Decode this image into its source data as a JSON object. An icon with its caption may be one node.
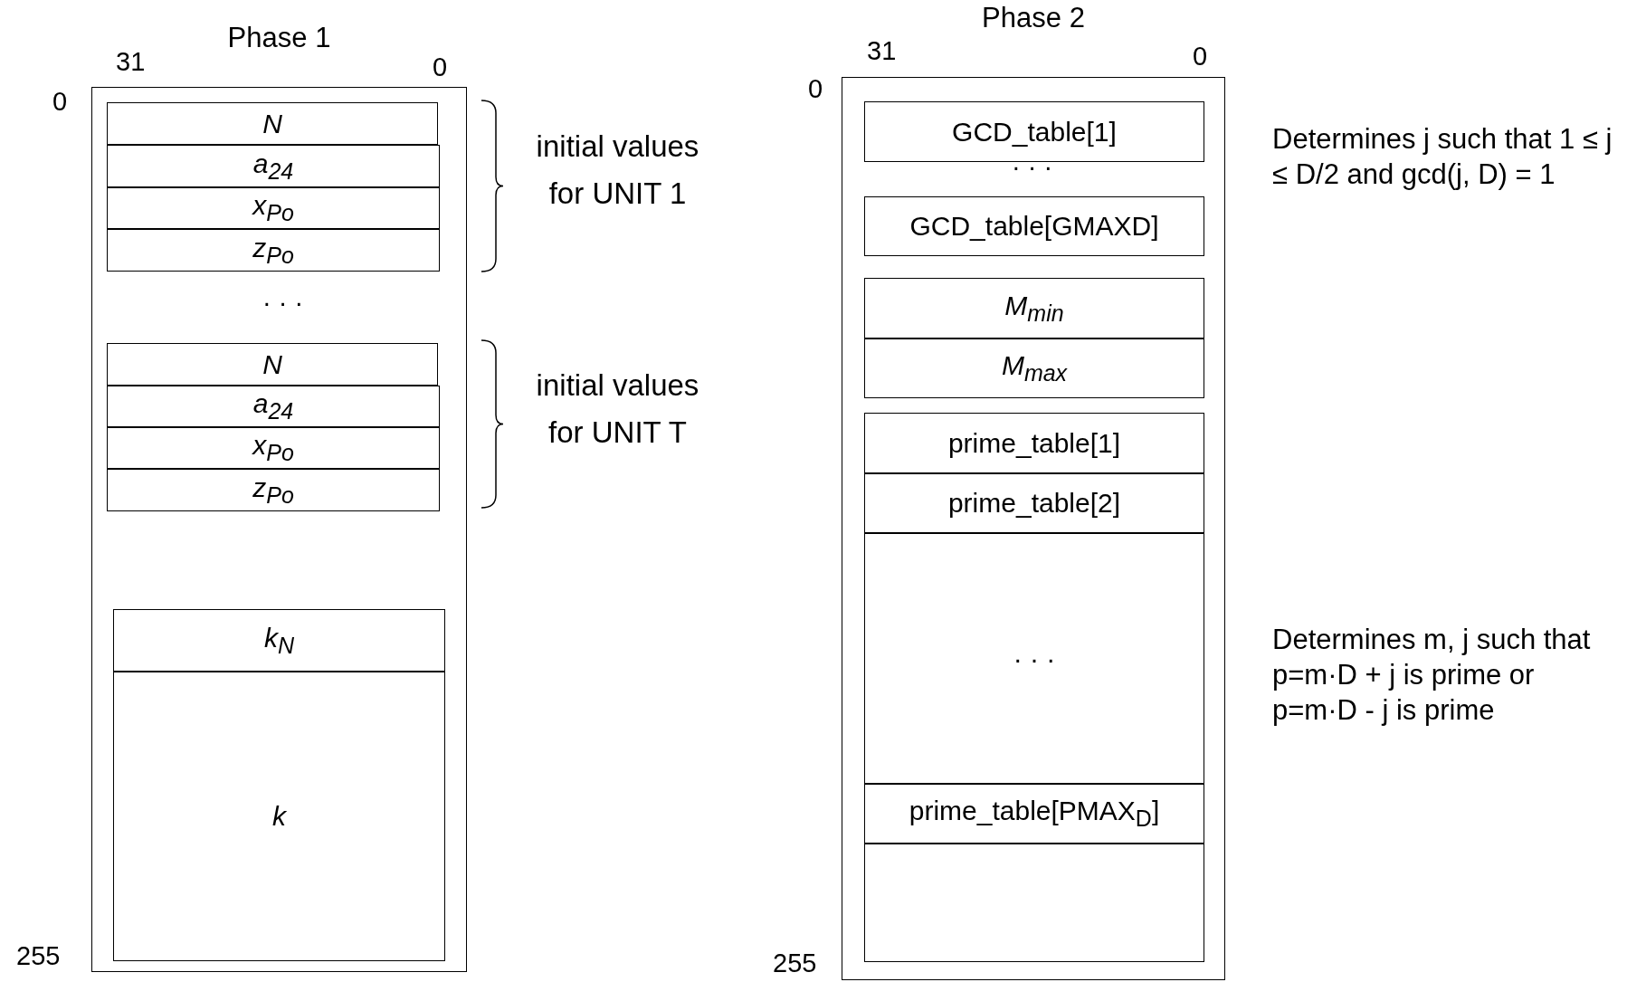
{
  "diagram": {
    "nodes": [
      {
        "text": [
          "Phase 1"
        ]
      },
      {
        "text": [
          "N"
        ],
        "in": 0
      },
      {
        "text": [
          "a$_{24}$"
        ],
        "in": 0
      },
      {
        "text": [
          "x$_{Po}$"
        ],
        "in": 0
      },
      {
        "text": [
          "z$_{Po}$"
        ],
        "in": 0
      },
      {
        "text": [
          "N"
        ],
        "in": 0
      },
      {
        "text": [
          "a$_{24}$"
        ],
        "in": 0
      },
      {
        "text": [
          "x$_{Po}$"
        ],
        "in": 0
      },
      {
        "text": [
          "z$_{Po}$"
        ],
        "in": 0
      },
      {
        "text": [
          "k$_{N}$"
        ],
        "in": 0
      },
      {
        "text": [
          "k"
        ],
        "in": 0
      },
      {
        "text": [
          "Phase 2"
        ]
      },
      {
        "text": [
          "GCD_table[1]"
        ],
        "in": 11
      },
      {
        "text": [
          "GCD_table[GMAXD]"
        ],
        "in": 11
      },
      {
        "text": [
          "M$_{min}$"
        ],
        "in": 11
      },
      {
        "text": [
          "M$_{max}$"
        ],
        "in": 11
      },
      {
        "text": [
          "prime_table[1]"
        ],
        "in": 11
      },
      {
        "text": [
          "prime_table[2]"
        ],
        "in": 11
      },
      {
        "text": [
          "· · ·"
        ],
        "in": 11
      },
      {
        "text": [
          "prime_table[PMAX$_{D}$]"
        ],
        "in": 11
      },
      {
        "text": [],
        "shape": "box",
        "in": 11
      }
    ],
    "labels": [
      "31",
      "0",
      "0",
      "· · ·",
      "initial values for UNIT 1",
      "initial values for UNIT T",
      "255",
      "31",
      "0",
      "0",
      "· · ·",
      "Determines j such that 1 ≤ j ≤ D/2 and gcd(j, D) = 1",
      "Determines m, j such that p=m·D + j is prime or p=m·D - j is prime",
      "255"
    ]
  }
}
